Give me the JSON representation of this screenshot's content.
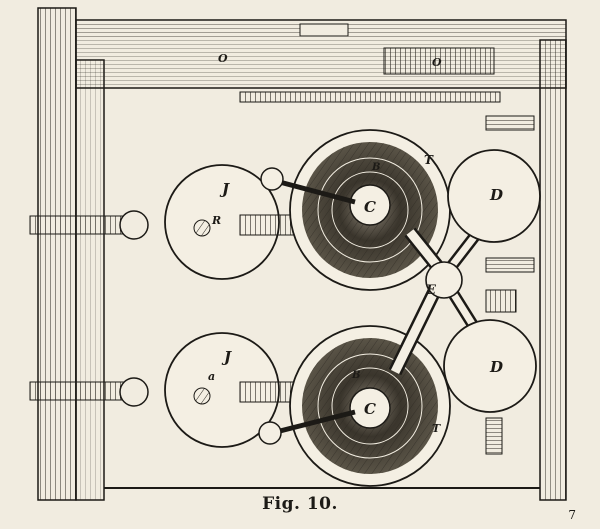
{
  "labels": {
    "beam_top": "O",
    "beam_right": "O",
    "wheel_j_top": "J",
    "pin_r": "R",
    "gear_c_top": "C",
    "small_b_top": "B",
    "small_t_top": "T",
    "disc_d_top": "D",
    "hub_e": "E",
    "wheel_j_bottom": "J",
    "pin_a": "a",
    "gear_c_bottom": "C",
    "small_b_bottom": "B",
    "small_t_bottom": "T",
    "disc_d_bottom": "D"
  },
  "caption": "Fig. 10.",
  "corner_mark": "7"
}
